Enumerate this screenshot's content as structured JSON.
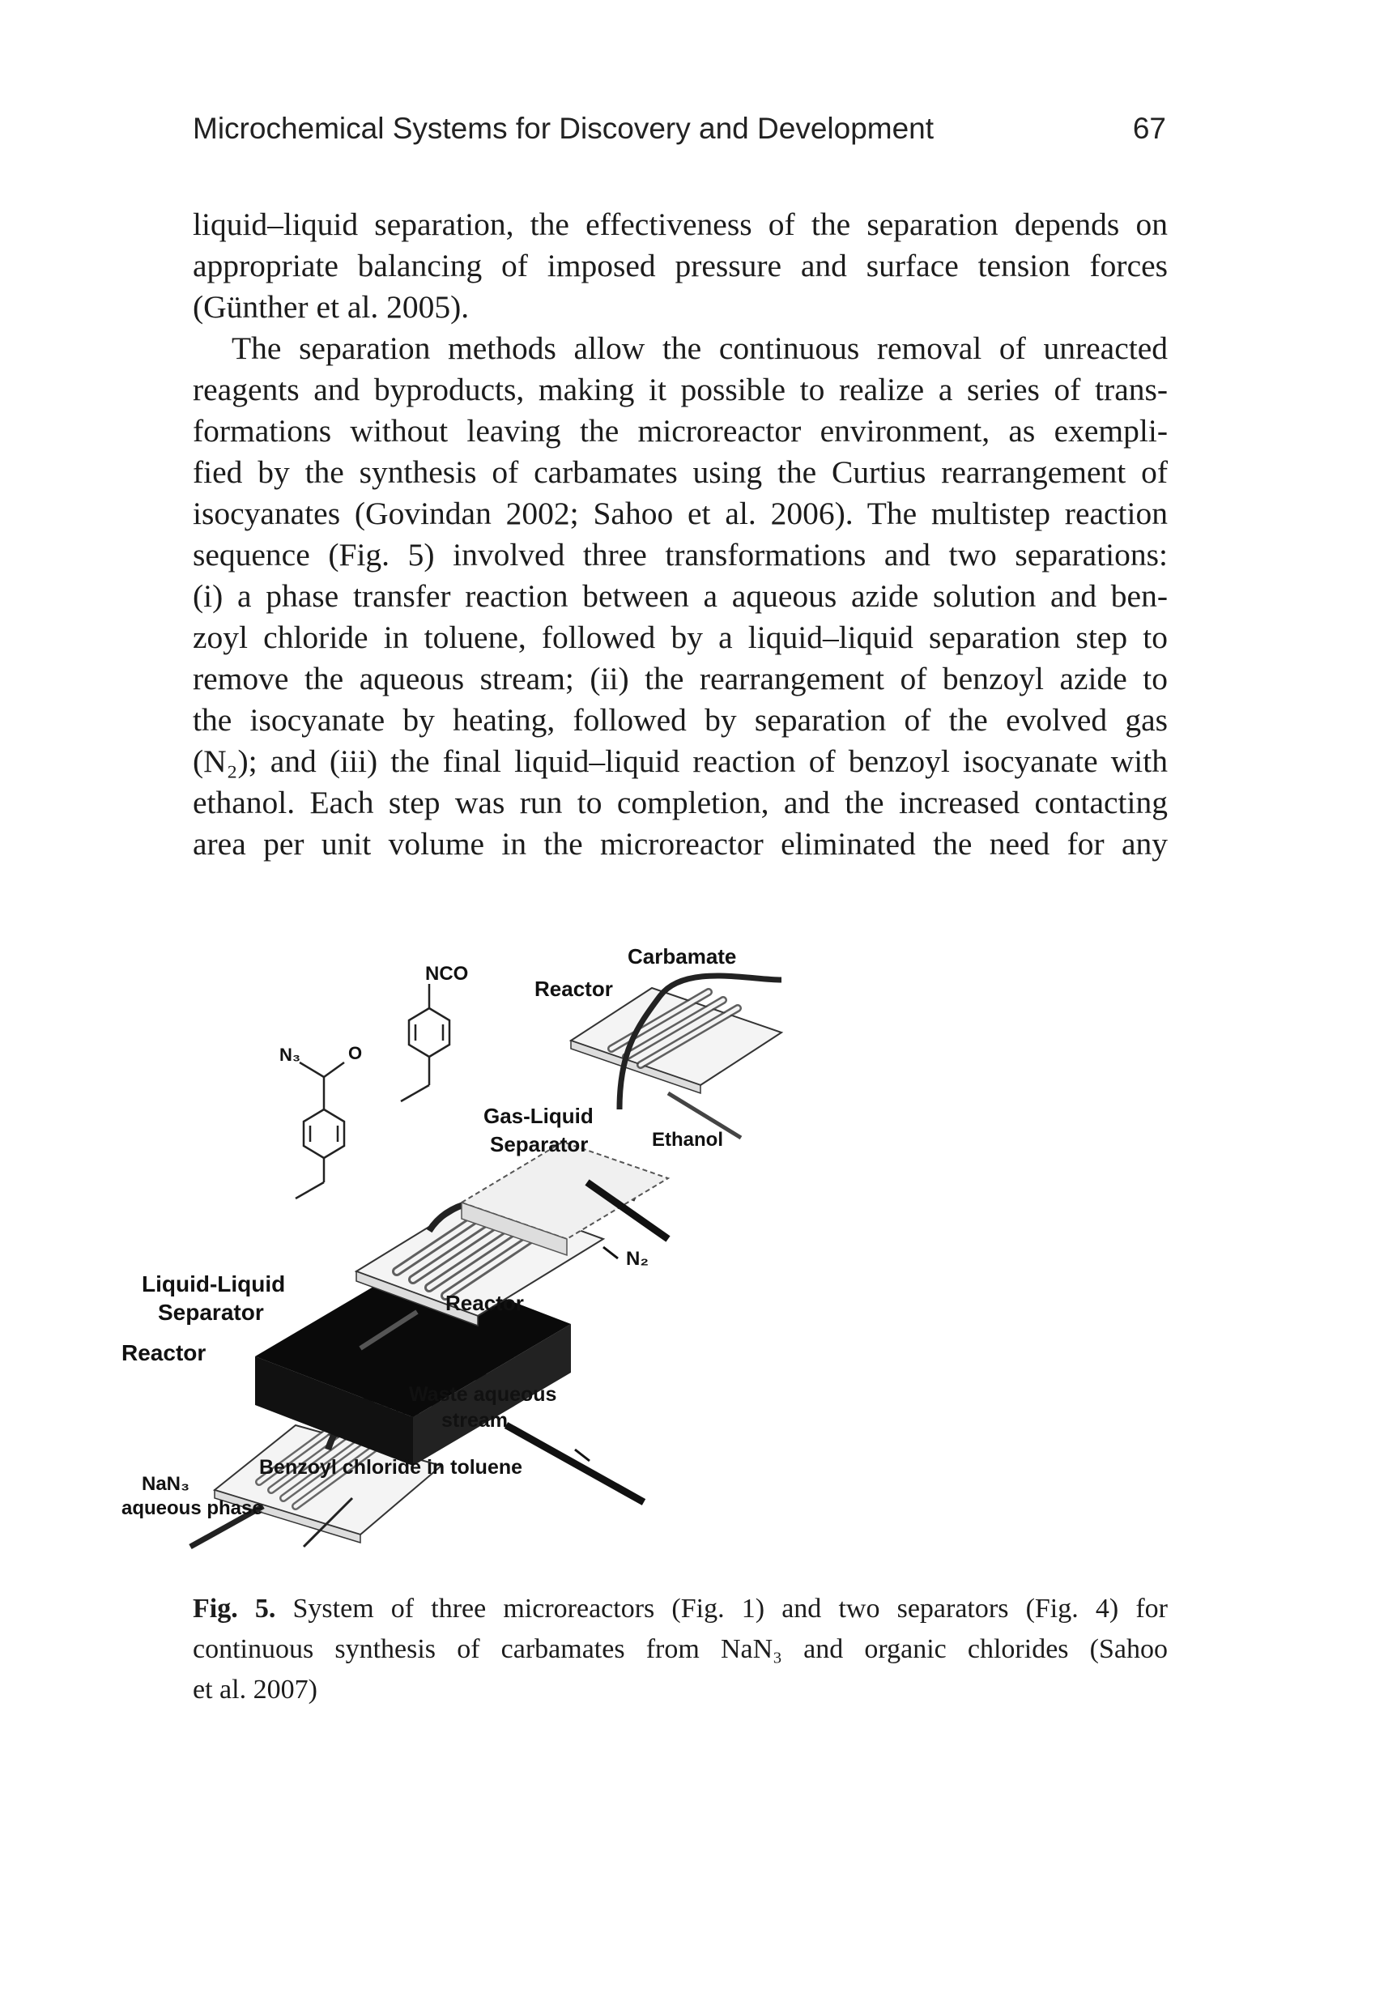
{
  "header": {
    "running_title": "Microchemical Systems for Discovery and Development",
    "page_number": "67"
  },
  "body": {
    "p1_lines": [
      "liquid–liquid separation, the effectiveness of the separation depends on",
      "appropriate balancing of imposed pressure and surface tension forces",
      "(Günther et al. 2005)."
    ],
    "p2_lines": [
      "The separation methods allow the continuous removal of unreacted",
      "reagents and byproducts, making it possible to realize a series of trans-",
      "formations without leaving the microreactor environment, as exempli-",
      "fied by the synthesis of carbamates using the Curtius rearrangement of",
      "isocyanates (Govindan 2002; Sahoo et al. 2006). The multistep reaction",
      "sequence (Fig. 5)  involved three transformations and two separations:",
      "(i) a phase transfer reaction between a aqueous azide solution and ben-",
      "zoyl chloride in toluene, followed by a liquid–liquid separation step to",
      "remove the aqueous stream; (ii) the rearrangement of benzoyl azide to",
      "the isocyanate by heating, followed by separation of the evolved gas",
      "(N₂); and (iii) the final liquid–liquid reaction of benzoyl isocyanate with",
      "ethanol. Each step was run to completion, and the increased contacting",
      "area per unit volume in the microreactor eliminated the need for any"
    ]
  },
  "figure": {
    "labels": {
      "carbamate": "Carbamate",
      "reactor_top": "Reactor",
      "nco": "NCO",
      "n3": "N₃",
      "o": "O",
      "gas_liquid_1": "Gas-Liquid",
      "gas_liquid_2": "Separator",
      "ethanol": "Ethanol",
      "n2": "N₂",
      "ll_1": "Liquid-Liquid",
      "ll_2": "Separator",
      "reactor_mid": "Reactor",
      "reactor_left": "Reactor",
      "waste_1": "Waste aqueous",
      "waste_2": "stream",
      "benzoyl": "Benzoyl chloride in toluene",
      "nan3": "NaN₃",
      "aqueous": "aqueous phase"
    }
  },
  "caption": {
    "label": "Fig. 5.",
    "lines": [
      " System of three microreactors (Fig. 1) and two separators (Fig. 4) for",
      "continuous synthesis of carbamates from NaN₃ and organic chlorides (Sahoo",
      "et al. 2007)"
    ]
  }
}
